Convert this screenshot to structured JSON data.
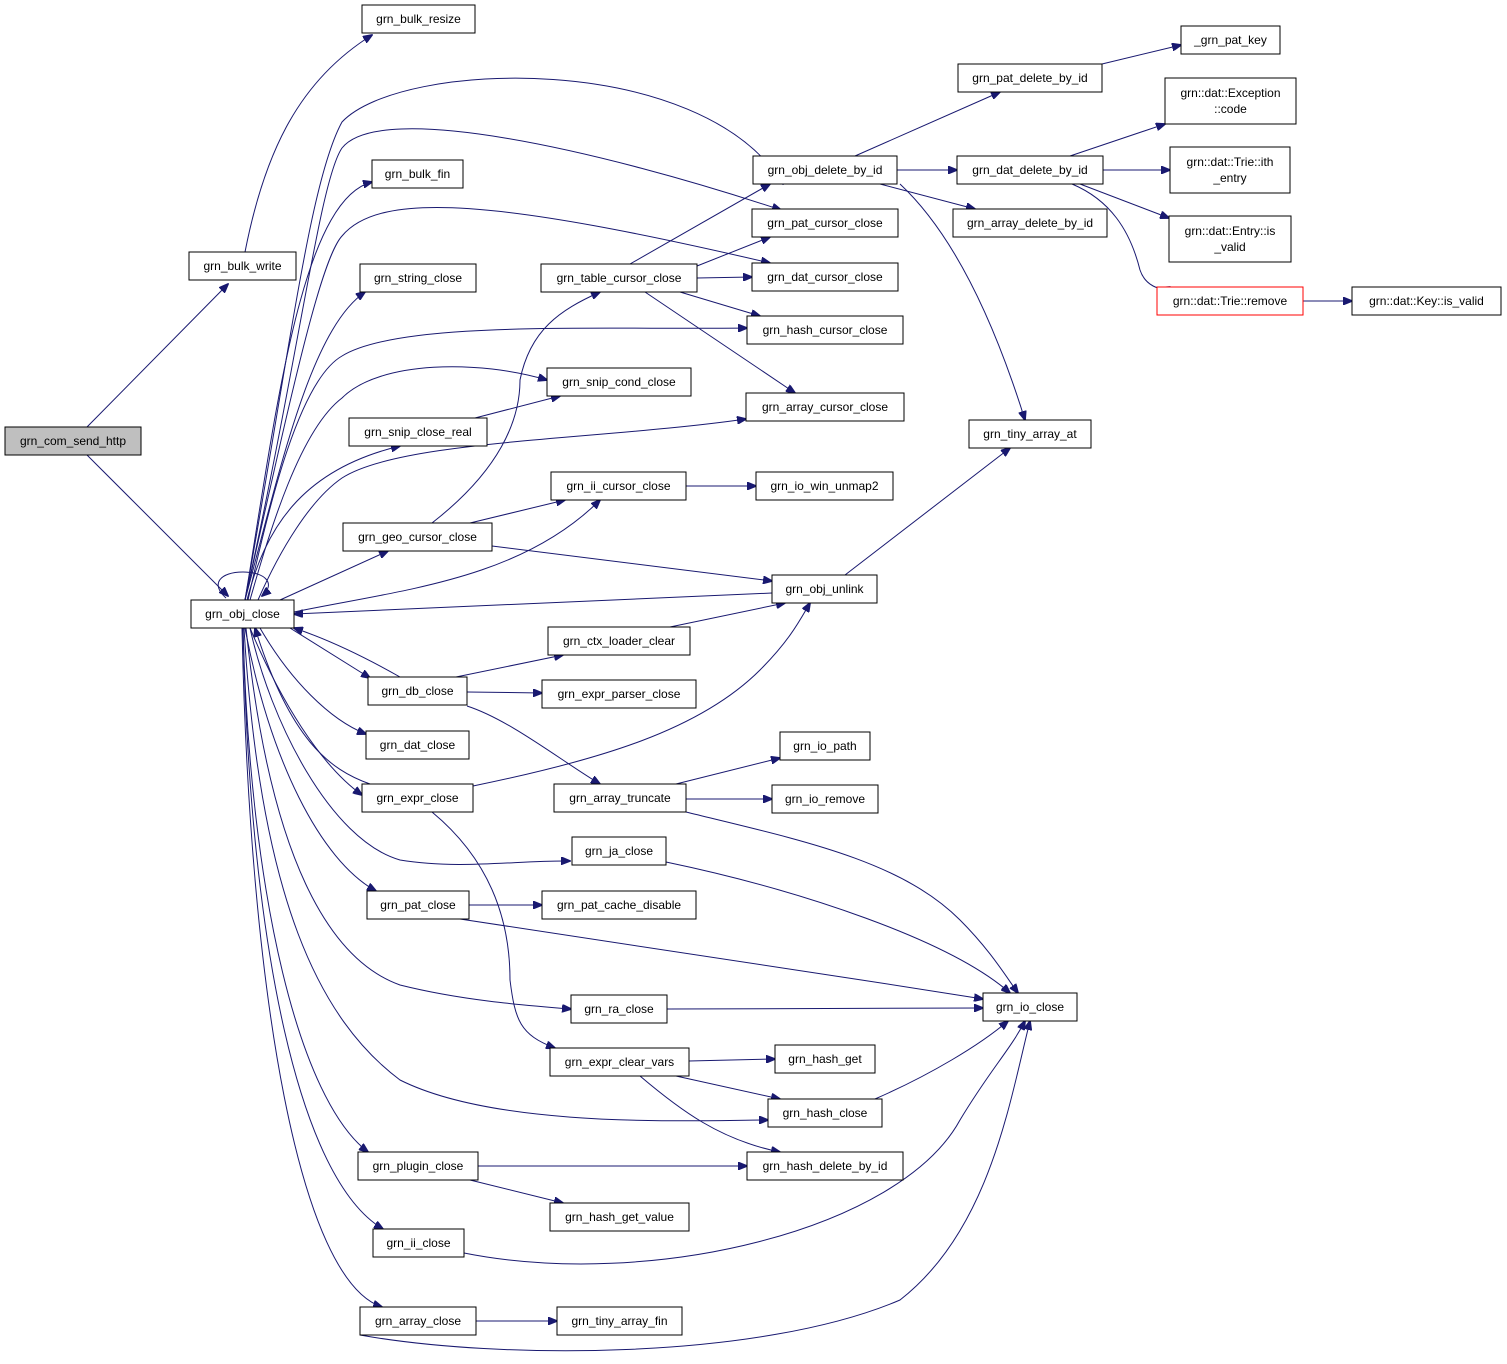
{
  "nodes": [
    {
      "id": "grn_com_send_http",
      "lines": [
        "grn_com_send_http"
      ],
      "style": "root"
    },
    {
      "id": "grn_bulk_write",
      "lines": [
        "grn_bulk_write"
      ]
    },
    {
      "id": "grn_obj_close",
      "lines": [
        "grn_obj_close"
      ]
    },
    {
      "id": "grn_bulk_resize",
      "lines": [
        "grn_bulk_resize"
      ]
    },
    {
      "id": "grn_bulk_fin",
      "lines": [
        "grn_bulk_fin"
      ]
    },
    {
      "id": "grn_string_close",
      "lines": [
        "grn_string_close"
      ]
    },
    {
      "id": "grn_snip_close_real",
      "lines": [
        "grn_snip_close_real"
      ]
    },
    {
      "id": "grn_geo_cursor_close",
      "lines": [
        "grn_geo_cursor_close"
      ]
    },
    {
      "id": "grn_db_close",
      "lines": [
        "grn_db_close"
      ]
    },
    {
      "id": "grn_dat_close",
      "lines": [
        "grn_dat_close"
      ]
    },
    {
      "id": "grn_expr_close",
      "lines": [
        "grn_expr_close"
      ]
    },
    {
      "id": "grn_pat_close",
      "lines": [
        "grn_pat_close"
      ]
    },
    {
      "id": "grn_plugin_close",
      "lines": [
        "grn_plugin_close"
      ]
    },
    {
      "id": "grn_ii_close",
      "lines": [
        "grn_ii_close"
      ]
    },
    {
      "id": "grn_array_close",
      "lines": [
        "grn_array_close"
      ]
    },
    {
      "id": "grn_table_cursor_close",
      "lines": [
        "grn_table_cursor_close"
      ]
    },
    {
      "id": "grn_snip_cond_close",
      "lines": [
        "grn_snip_cond_close"
      ]
    },
    {
      "id": "grn_ii_cursor_close",
      "lines": [
        "grn_ii_cursor_close"
      ]
    },
    {
      "id": "grn_ctx_loader_clear",
      "lines": [
        "grn_ctx_loader_clear"
      ]
    },
    {
      "id": "grn_expr_parser_close",
      "lines": [
        "grn_expr_parser_close"
      ]
    },
    {
      "id": "grn_array_truncate",
      "lines": [
        "grn_array_truncate"
      ]
    },
    {
      "id": "grn_ja_close",
      "lines": [
        "grn_ja_close"
      ]
    },
    {
      "id": "grn_pat_cache_disable",
      "lines": [
        "grn_pat_cache_disable"
      ]
    },
    {
      "id": "grn_ra_close",
      "lines": [
        "grn_ra_close"
      ]
    },
    {
      "id": "grn_expr_clear_vars",
      "lines": [
        "grn_expr_clear_vars"
      ]
    },
    {
      "id": "grn_hash_get_value",
      "lines": [
        "grn_hash_get_value"
      ]
    },
    {
      "id": "grn_tiny_array_fin",
      "lines": [
        "grn_tiny_array_fin"
      ]
    },
    {
      "id": "grn_obj_delete_by_id",
      "lines": [
        "grn_obj_delete_by_id"
      ]
    },
    {
      "id": "grn_pat_cursor_close",
      "lines": [
        "grn_pat_cursor_close"
      ]
    },
    {
      "id": "grn_dat_cursor_close",
      "lines": [
        "grn_dat_cursor_close"
      ]
    },
    {
      "id": "grn_hash_cursor_close",
      "lines": [
        "grn_hash_cursor_close"
      ]
    },
    {
      "id": "grn_array_cursor_close",
      "lines": [
        "grn_array_cursor_close"
      ]
    },
    {
      "id": "grn_io_win_unmap2",
      "lines": [
        "grn_io_win_unmap2"
      ]
    },
    {
      "id": "grn_obj_unlink",
      "lines": [
        "grn_obj_unlink"
      ]
    },
    {
      "id": "grn_io_path",
      "lines": [
        "grn_io_path"
      ]
    },
    {
      "id": "grn_io_remove",
      "lines": [
        "grn_io_remove"
      ]
    },
    {
      "id": "grn_hash_get",
      "lines": [
        "grn_hash_get"
      ]
    },
    {
      "id": "grn_hash_close",
      "lines": [
        "grn_hash_close"
      ]
    },
    {
      "id": "grn_hash_delete_by_id",
      "lines": [
        "grn_hash_delete_by_id"
      ]
    },
    {
      "id": "grn_pat_delete_by_id",
      "lines": [
        "grn_pat_delete_by_id"
      ]
    },
    {
      "id": "grn_dat_delete_by_id",
      "lines": [
        "grn_dat_delete_by_id"
      ]
    },
    {
      "id": "grn_array_delete_by_id",
      "lines": [
        "grn_array_delete_by_id"
      ]
    },
    {
      "id": "grn_tiny_array_at",
      "lines": [
        "grn_tiny_array_at"
      ]
    },
    {
      "id": "grn_io_close",
      "lines": [
        "grn_io_close"
      ]
    },
    {
      "id": "_grn_pat_key",
      "lines": [
        "_grn_pat_key"
      ]
    },
    {
      "id": "exception_code",
      "lines": [
        "grn::dat::Exception",
        "::code"
      ]
    },
    {
      "id": "trie_ith_entry",
      "lines": [
        "grn::dat::Trie::ith",
        "_entry"
      ]
    },
    {
      "id": "entry_is_valid",
      "lines": [
        "grn::dat::Entry::is",
        "_valid"
      ]
    },
    {
      "id": "trie_remove",
      "lines": [
        "grn::dat::Trie::remove"
      ],
      "style": "red"
    },
    {
      "id": "key_is_valid",
      "lines": [
        "grn::dat::Key::is_valid"
      ]
    }
  ],
  "edges": [
    {
      "from": "grn_com_send_http",
      "to": "grn_bulk_write"
    },
    {
      "from": "grn_com_send_http",
      "to": "grn_obj_close"
    },
    {
      "from": "grn_bulk_write",
      "to": "grn_bulk_resize"
    },
    {
      "from": "grn_obj_close",
      "to": "grn_obj_close"
    },
    {
      "from": "grn_obj_close",
      "to": "grn_bulk_fin"
    },
    {
      "from": "grn_obj_close",
      "to": "grn_string_close"
    },
    {
      "from": "grn_obj_close",
      "to": "grn_snip_close_real"
    },
    {
      "from": "grn_obj_close",
      "to": "grn_geo_cursor_close"
    },
    {
      "from": "grn_obj_close",
      "to": "grn_db_close"
    },
    {
      "from": "grn_obj_close",
      "to": "grn_dat_close"
    },
    {
      "from": "grn_obj_close",
      "to": "grn_expr_close"
    },
    {
      "from": "grn_obj_close",
      "to": "grn_pat_close"
    },
    {
      "from": "grn_obj_close",
      "to": "grn_plugin_close"
    },
    {
      "from": "grn_obj_close",
      "to": "grn_ii_close"
    },
    {
      "from": "grn_obj_close",
      "to": "grn_array_close"
    },
    {
      "from": "grn_obj_close",
      "to": "grn_obj_delete_by_id"
    },
    {
      "from": "grn_obj_close",
      "to": "grn_pat_cursor_close"
    },
    {
      "from": "grn_obj_close",
      "to": "grn_dat_cursor_close"
    },
    {
      "from": "grn_obj_close",
      "to": "grn_hash_cursor_close"
    },
    {
      "from": "grn_obj_close",
      "to": "grn_snip_cond_close"
    },
    {
      "from": "grn_obj_close",
      "to": "grn_array_cursor_close"
    },
    {
      "from": "grn_obj_close",
      "to": "grn_ii_cursor_close"
    },
    {
      "from": "grn_obj_close",
      "to": "grn_ja_close"
    },
    {
      "from": "grn_obj_close",
      "to": "grn_ra_close"
    },
    {
      "from": "grn_obj_close",
      "to": "grn_hash_close"
    },
    {
      "from": "grn_snip_close_real",
      "to": "grn_snip_cond_close"
    },
    {
      "from": "grn_geo_cursor_close",
      "to": "grn_table_cursor_close"
    },
    {
      "from": "grn_geo_cursor_close",
      "to": "grn_ii_cursor_close"
    },
    {
      "from": "grn_geo_cursor_close",
      "to": "grn_obj_unlink"
    },
    {
      "from": "grn_db_close",
      "to": "grn_obj_close"
    },
    {
      "from": "grn_db_close",
      "to": "grn_ctx_loader_clear"
    },
    {
      "from": "grn_db_close",
      "to": "grn_expr_parser_close"
    },
    {
      "from": "grn_db_close",
      "to": "grn_array_truncate"
    },
    {
      "from": "grn_expr_close",
      "to": "grn_obj_close"
    },
    {
      "from": "grn_expr_close",
      "to": "grn_obj_unlink"
    },
    {
      "from": "grn_expr_close",
      "to": "grn_expr_clear_vars"
    },
    {
      "from": "grn_pat_close",
      "to": "grn_pat_cache_disable"
    },
    {
      "from": "grn_pat_close",
      "to": "grn_io_close"
    },
    {
      "from": "grn_plugin_close",
      "to": "grn_hash_delete_by_id"
    },
    {
      "from": "grn_plugin_close",
      "to": "grn_hash_get_value"
    },
    {
      "from": "grn_ii_close",
      "to": "grn_io_close"
    },
    {
      "from": "grn_array_close",
      "to": "grn_tiny_array_fin"
    },
    {
      "from": "grn_array_close",
      "to": "grn_io_close"
    },
    {
      "from": "grn_table_cursor_close",
      "to": "grn_obj_delete_by_id"
    },
    {
      "from": "grn_table_cursor_close",
      "to": "grn_pat_cursor_close"
    },
    {
      "from": "grn_table_cursor_close",
      "to": "grn_dat_cursor_close"
    },
    {
      "from": "grn_table_cursor_close",
      "to": "grn_hash_cursor_close"
    },
    {
      "from": "grn_table_cursor_close",
      "to": "grn_array_cursor_close"
    },
    {
      "from": "grn_ii_cursor_close",
      "to": "grn_io_win_unmap2"
    },
    {
      "from": "grn_ctx_loader_clear",
      "to": "grn_obj_unlink"
    },
    {
      "from": "grn_obj_unlink",
      "to": "grn_obj_close"
    },
    {
      "from": "grn_obj_unlink",
      "to": "grn_tiny_array_at"
    },
    {
      "from": "grn_array_truncate",
      "to": "grn_io_path"
    },
    {
      "from": "grn_array_truncate",
      "to": "grn_io_remove"
    },
    {
      "from": "grn_array_truncate",
      "to": "grn_io_close"
    },
    {
      "from": "grn_ja_close",
      "to": "grn_io_close"
    },
    {
      "from": "grn_ra_close",
      "to": "grn_io_close"
    },
    {
      "from": "grn_expr_clear_vars",
      "to": "grn_hash_get"
    },
    {
      "from": "grn_expr_clear_vars",
      "to": "grn_hash_close"
    },
    {
      "from": "grn_expr_clear_vars",
      "to": "grn_hash_delete_by_id"
    },
    {
      "from": "grn_hash_close",
      "to": "grn_io_close"
    },
    {
      "from": "grn_obj_delete_by_id",
      "to": "grn_pat_delete_by_id"
    },
    {
      "from": "grn_obj_delete_by_id",
      "to": "grn_dat_delete_by_id"
    },
    {
      "from": "grn_obj_delete_by_id",
      "to": "grn_array_delete_by_id"
    },
    {
      "from": "grn_obj_delete_by_id",
      "to": "grn_tiny_array_at"
    },
    {
      "from": "grn_pat_delete_by_id",
      "to": "_grn_pat_key"
    },
    {
      "from": "grn_dat_delete_by_id",
      "to": "exception_code"
    },
    {
      "from": "grn_dat_delete_by_id",
      "to": "trie_ith_entry"
    },
    {
      "from": "grn_dat_delete_by_id",
      "to": "entry_is_valid"
    },
    {
      "from": "grn_dat_delete_by_id",
      "to": "trie_remove"
    },
    {
      "from": "trie_remove",
      "to": "key_is_valid"
    }
  ]
}
